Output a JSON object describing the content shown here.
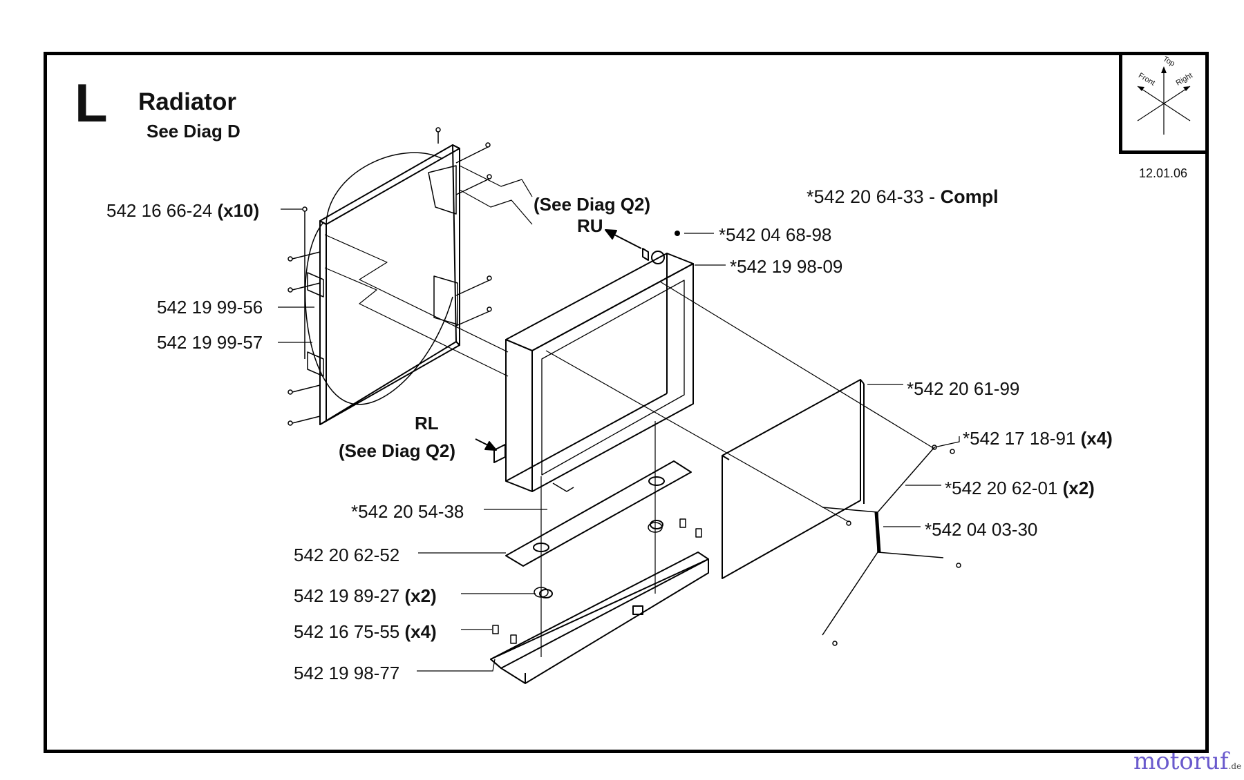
{
  "section_letter": "L",
  "title": "Radiator",
  "subtitle": "See Diag D",
  "date": "12.01.06",
  "assembly": {
    "number": "*542 20 64-33 - ",
    "suffix": "Compl"
  },
  "orientation": {
    "top": "Top",
    "front": "Front",
    "right": "Right"
  },
  "callouts": {
    "c1": {
      "number": "542 16 66-24 ",
      "qty": "(x10)"
    },
    "c2": {
      "number": "542 19 99-56",
      "qty": ""
    },
    "c3": {
      "number": "542 19 99-57",
      "qty": ""
    },
    "c4": {
      "number": "*542 04 68-98",
      "qty": ""
    },
    "c5": {
      "number": "*542 19 98-09",
      "qty": ""
    },
    "c6": {
      "number": "*542 20 61-99",
      "qty": ""
    },
    "c7": {
      "number": "*542 17 18-91 ",
      "qty": "(x4)"
    },
    "c8": {
      "number": "*542 20 62-01 ",
      "qty": "(x2)"
    },
    "c9": {
      "number": "*542 04 03-30",
      "qty": ""
    },
    "c10": {
      "number": "*542 20 54-38",
      "qty": ""
    },
    "c11": {
      "number": "542 20 62-52",
      "qty": ""
    },
    "c12": {
      "number": "542 19 89-27 ",
      "qty": "(x2)"
    },
    "c13": {
      "number": "542 16 75-55 ",
      "qty": "(x4)"
    },
    "c14": {
      "number": "542 19 98-77",
      "qty": ""
    }
  },
  "references": {
    "upper": {
      "ref": "(See Diag Q2)",
      "code": "RU"
    },
    "lower": {
      "ref": "(See Diag Q2)",
      "code": "RL"
    }
  },
  "watermark": {
    "text": "motoruf",
    "suffix": ".de"
  }
}
